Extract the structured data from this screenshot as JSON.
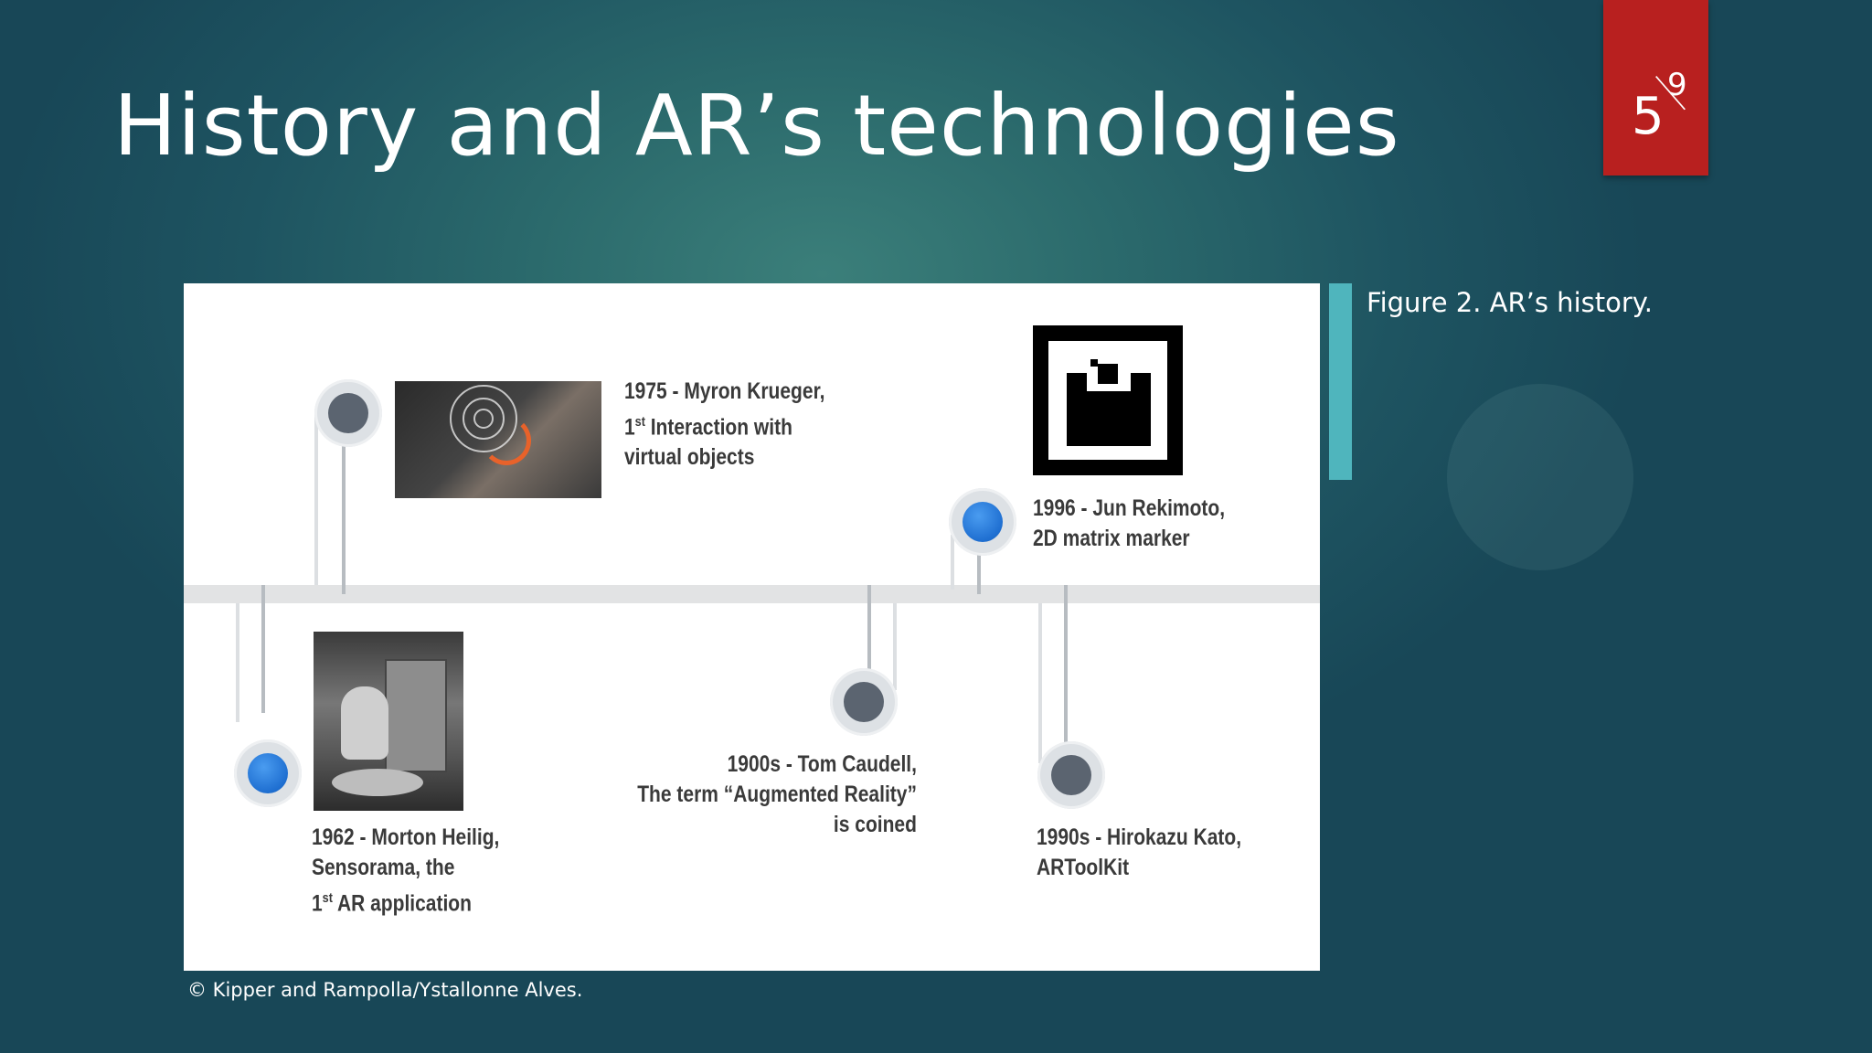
{
  "slide": {
    "title": "History and AR’s technologies",
    "page_number": "5",
    "page_total": "9",
    "colors": {
      "badge": "#b8201f",
      "caption_accent": "#4fb5bd"
    }
  },
  "figure": {
    "events": [
      {
        "id": "1962",
        "line1": "1962 - Morton Heilig,",
        "line2": "Sensorama, the",
        "line3_pre": "1",
        "line3_sup": "st",
        "line3_post": " AR application",
        "marker": "blue"
      },
      {
        "id": "1975",
        "line1": "1975 - Myron Krueger,",
        "line2_pre": "1",
        "line2_sup": "st",
        "line2_post": " Interaction with",
        "line3": "virtual objects",
        "marker": "gray"
      },
      {
        "id": "1900s",
        "line1": "1900s - Tom Caudell,",
        "line2": "The term “Augmented Reality”",
        "line3": "is coined",
        "marker": "gray"
      },
      {
        "id": "1996",
        "line1": "1996 - Jun Rekimoto,",
        "line2": "2D matrix marker",
        "marker": "blue"
      },
      {
        "id": "1990s",
        "line1": "1990s - Hirokazu Kato,",
        "line2": "ARToolKit",
        "marker": "gray"
      }
    ]
  },
  "caption": "Figure 2. AR’s history.",
  "credit": "© Kipper and Rampolla/Ystallonne Alves."
}
